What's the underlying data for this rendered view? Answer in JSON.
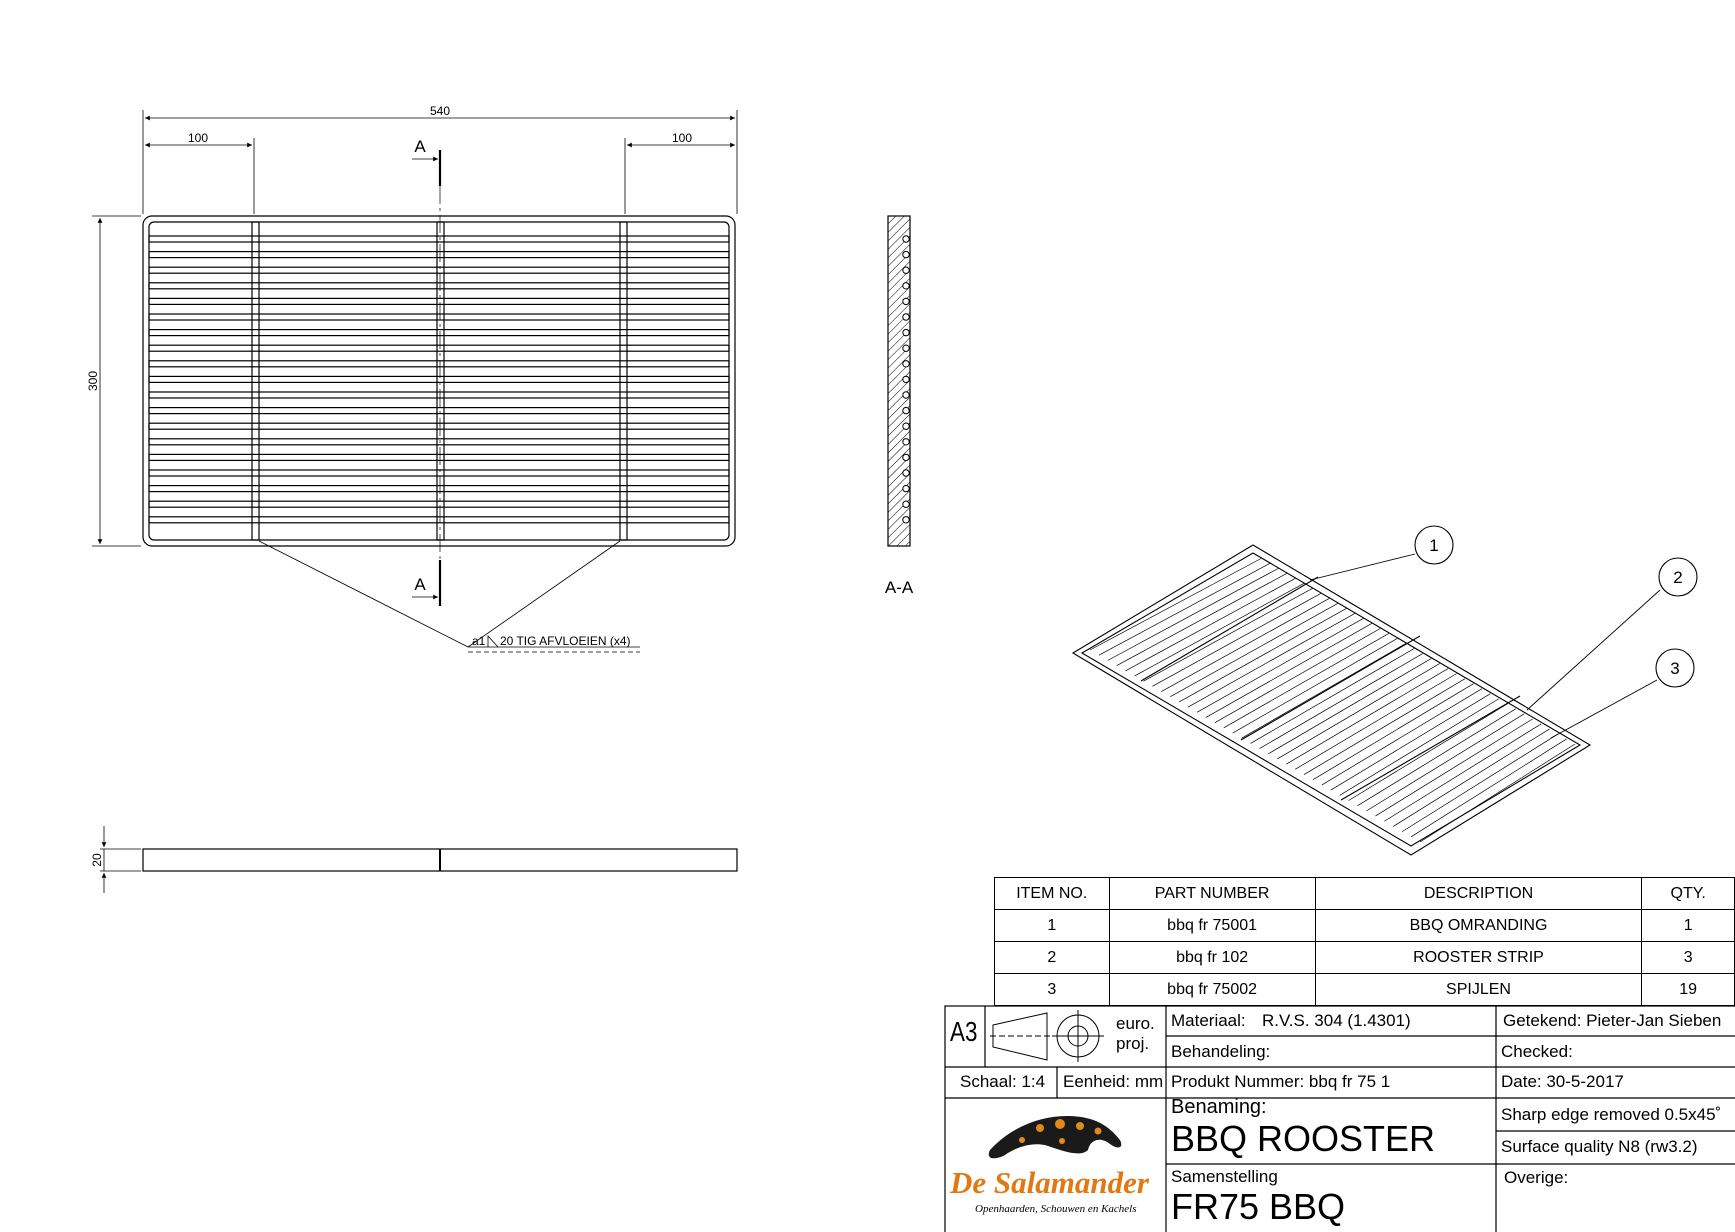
{
  "views": {
    "top": {
      "dim_overall_width": "540",
      "dim_left_offset": "100",
      "dim_right_offset": "100",
      "dim_height": "300",
      "section_mark_top": "A",
      "section_mark_bottom": "A",
      "weld_note": "20 TIG  AFVLOEIEN (x4)",
      "weld_size": "a1"
    },
    "front": {
      "dim_thickness": "20"
    },
    "section": {
      "label": "A-A"
    },
    "iso": {
      "balloons": [
        "1",
        "2",
        "3"
      ]
    }
  },
  "bom": {
    "headers": [
      "ITEM NO.",
      "PART NUMBER",
      "DESCRIPTION",
      "QTY."
    ],
    "rows": [
      [
        "1",
        "bbq fr 75001",
        "BBQ OMRANDING",
        "1"
      ],
      [
        "2",
        "bbq fr 102",
        "ROOSTER STRIP",
        "3"
      ],
      [
        "3",
        "bbq fr 75002",
        "SPIJLEN",
        "19"
      ]
    ]
  },
  "title_block": {
    "sheet_size": "A3",
    "projection_1": "euro.",
    "projection_2": "proj.",
    "scale": "Schaal: 1:4",
    "unit": "Eenheid: mm",
    "material_label": "Materiaal:",
    "material_value": "R.V.S. 304 (1.4301)",
    "treatment_label": "Behandeling:",
    "product_number": "Produkt Nummer: bbq fr 75 1",
    "name_label": "Benaming:",
    "name_value": "BBQ ROOSTER",
    "assembly_label": "Samenstelling",
    "assembly_value": "FR75 BBQ",
    "drawn_by": "Getekend: Pieter-Jan Sieben",
    "checked": "Checked:",
    "date": "Date: 30-5-2017",
    "edges": "Sharp edge removed 0.5x45˚",
    "surface": "Surface quality N8 (rw3.2)",
    "other": "Overige:",
    "logo_text": "De Salamander",
    "logo_tagline": "Openhaarden, Schouwen en Kachels"
  }
}
